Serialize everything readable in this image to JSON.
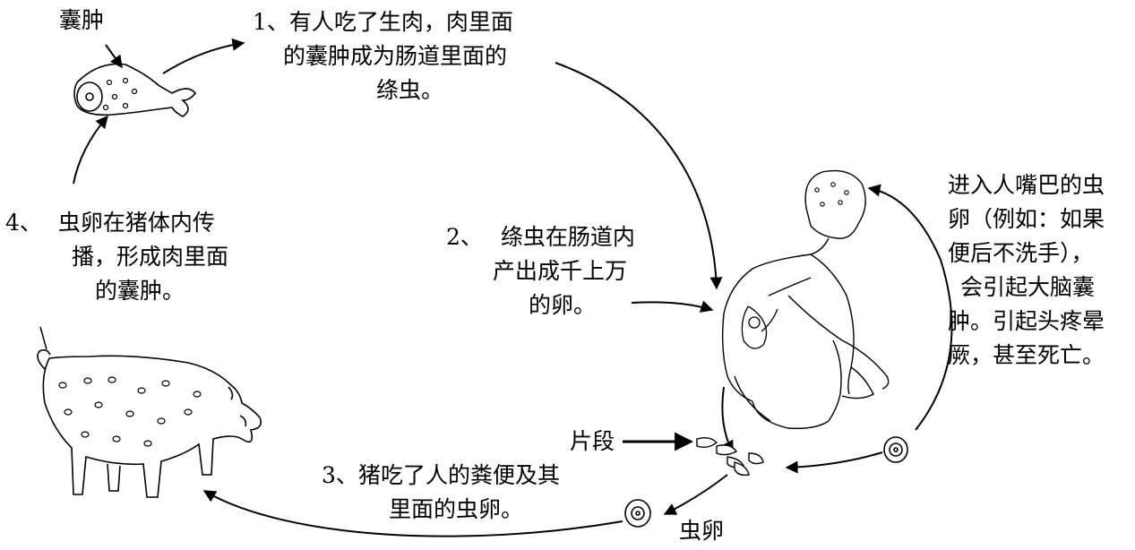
{
  "labels": {
    "cyst": "囊肿",
    "fragments": "片段",
    "egg": "虫卵"
  },
  "steps": [
    {
      "number": "1、",
      "lines": [
        "有人吃了生肉，肉里面",
        "的囊肿成为肠道里面的",
        "绦虫。"
      ]
    },
    {
      "number": "2、",
      "lines": [
        "绦虫在肠道内",
        "产出成千上万",
        "的卵。"
      ]
    },
    {
      "number": "3、",
      "lines": [
        "猪吃了人的粪便及其",
        "里面的虫卵。"
      ]
    },
    {
      "number": "4、",
      "lines": [
        "虫卵在猪体内传",
        "播，形成肉里面",
        "的囊肿。"
      ]
    }
  ],
  "side_note": {
    "lines": [
      "进入人嘴巴的虫",
      "卵（例如：如果",
      "便后不洗手），",
      "会引起大脑囊",
      "肿。引起头疼晕",
      "厥，甚至死亡。"
    ]
  }
}
